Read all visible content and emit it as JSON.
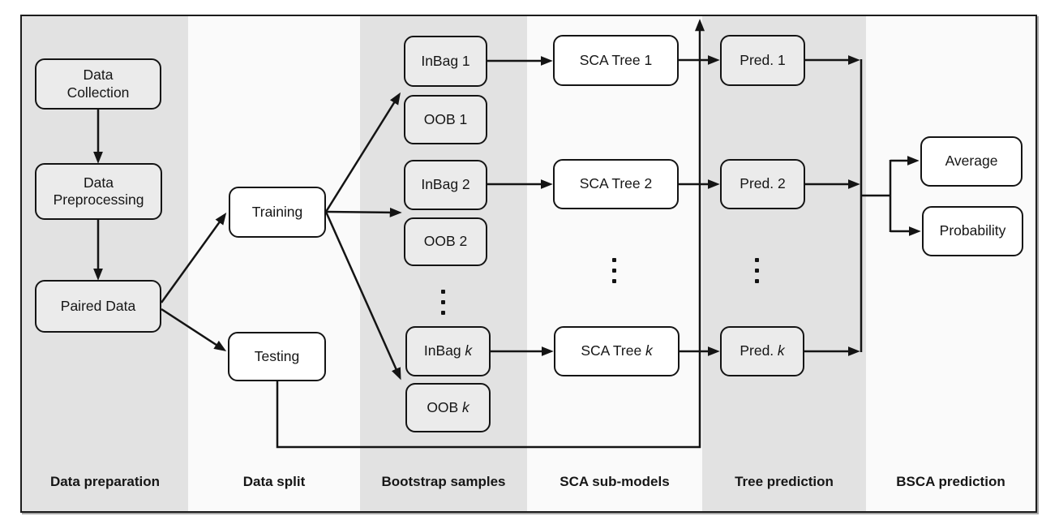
{
  "columns": [
    {
      "label": "Data preparation"
    },
    {
      "label": "Data split"
    },
    {
      "label": "Bootstrap samples"
    },
    {
      "label": "SCA sub-models"
    },
    {
      "label": "Tree prediction"
    },
    {
      "label": "BSCA prediction"
    }
  ],
  "nodes": {
    "data_collection": {
      "label": "Data\nCollection"
    },
    "data_preprocessing": {
      "label": "Data\nPreprocessing"
    },
    "paired_data": {
      "label": "Paired Data"
    },
    "training": {
      "label": "Training"
    },
    "testing": {
      "label": "Testing"
    },
    "inbag_1": {
      "label": "InBag 1"
    },
    "oob_1": {
      "label": "OOB 1"
    },
    "inbag_2": {
      "label": "InBag 2"
    },
    "oob_2": {
      "label": "OOB 2"
    },
    "inbag_k": {
      "label": "InBag",
      "suffix": "k"
    },
    "oob_k": {
      "label": "OOB",
      "suffix": "k"
    },
    "sca_tree_1": {
      "label": "SCA Tree 1"
    },
    "sca_tree_2": {
      "label": "SCA Tree 2"
    },
    "sca_tree_k": {
      "label": "SCA Tree",
      "suffix": "k"
    },
    "pred_1": {
      "label": "Pred. 1"
    },
    "pred_2": {
      "label": "Pred. 2"
    },
    "pred_k": {
      "label": "Pred.",
      "suffix": "k"
    },
    "average": {
      "label": "Average"
    },
    "probability": {
      "label": "Probability"
    }
  },
  "ellipsis": {
    "symbol": "⋮"
  },
  "colors": {
    "band_dark": "#e2e2e2",
    "band_light": "#fafafa",
    "node_fill_dark": "#ebebeb",
    "node_fill_light": "#ffffff",
    "stroke": "#141414"
  }
}
